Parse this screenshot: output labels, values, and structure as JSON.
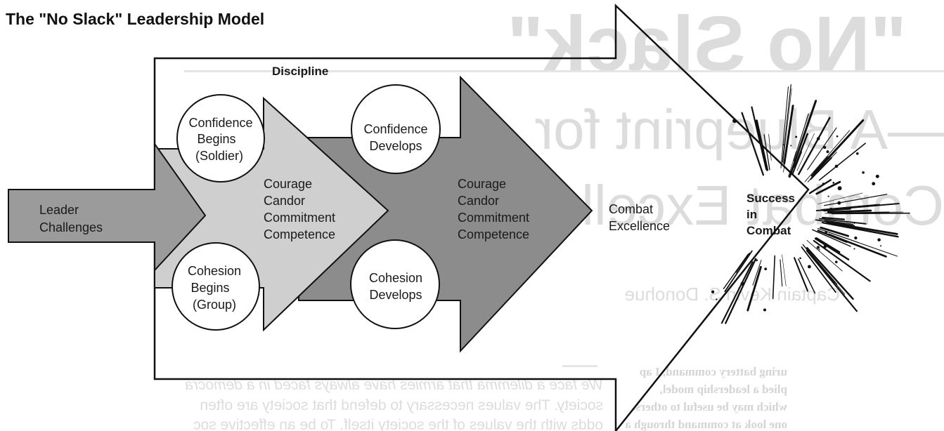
{
  "title": "The \"No Slack\" Leadership Model",
  "big_arrow_label": "Discipline",
  "stages": {
    "leader": [
      "Leader",
      "Challenges"
    ],
    "virtues_1": [
      "Courage",
      "Candor",
      "Commitment",
      "Competence"
    ],
    "virtues_2": [
      "Courage",
      "Candor",
      "Commitment",
      "Competence"
    ],
    "excellence": [
      "Combat",
      "Excellence"
    ],
    "success": [
      "Success",
      "in",
      "Combat"
    ]
  },
  "circles": {
    "confidence_begins": [
      "Confidence",
      "Begins",
      "(Soldier)"
    ],
    "cohesion_begins": [
      "Cohesion",
      "Begins",
      "(Group)"
    ],
    "confidence_develops": [
      "Confidence",
      "Develops"
    ],
    "cohesion_develops": [
      "Cohesion",
      "Develops"
    ]
  },
  "background_bleed": {
    "heading_1": "\"No Slack\"",
    "heading_2": "—A Blueprint for",
    "heading_3": "Combat Excellence",
    "byline": "Captain Kevin S. Donohue",
    "body_1": "We face a dilemma that armies have always faced in a democra",
    "body_2": "society. The values necessary to defend that society are often",
    "body_3": "odds with the values of the society itself. To be an effective soc",
    "col_1": "uring battery command, I ap",
    "col_2": "plied a leadership model,",
    "col_3": "which may be useful to others.",
    "col_4": "one look at command through a"
  }
}
